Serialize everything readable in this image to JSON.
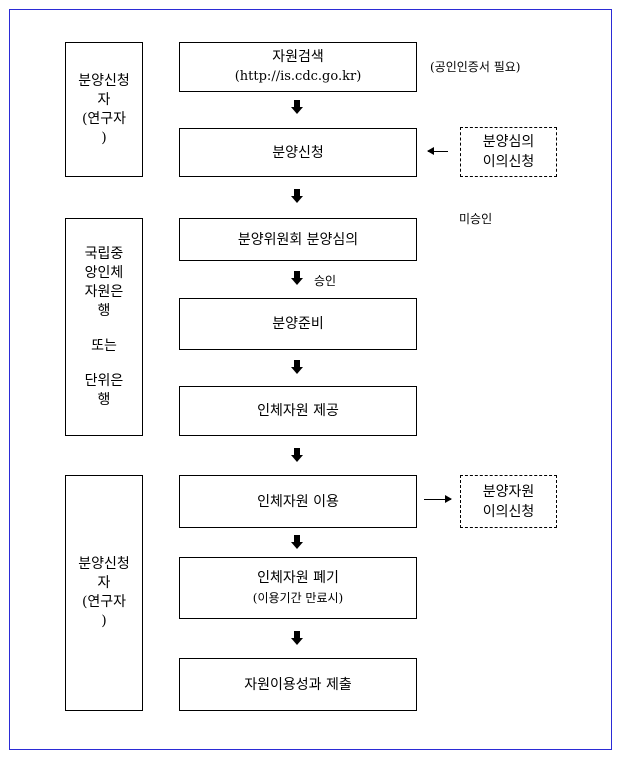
{
  "side_boxes": {
    "applicant_top": [
      "분양신청",
      "자",
      "(연구자",
      ")"
    ],
    "bank": [
      "국립중",
      "앙인체",
      "자원은",
      "행",
      "또는",
      "단위은",
      "행"
    ],
    "applicant_bottom": [
      "분양신청",
      "자",
      "(연구자",
      ")"
    ]
  },
  "steps": [
    {
      "line1": "자원검색",
      "line2": "(http://is.cdc.go.kr)"
    },
    {
      "line1": "분양신청"
    },
    {
      "line1": "분양위원회 분양심의"
    },
    {
      "line1": "분양준비"
    },
    {
      "line1": "인체자원 제공"
    },
    {
      "line1": "인체자원 이용"
    },
    {
      "line1": "인체자원 폐기",
      "line2": "(이용기간 만료시)"
    },
    {
      "line1": "자원이용성과 제출"
    }
  ],
  "notes": {
    "certificate": "(공인인증서 필요)",
    "rejected": "미승인",
    "approved": "승인"
  },
  "appeals": {
    "review": [
      "분양심의",
      "이의신청"
    ],
    "resource": [
      "분양자원",
      "이의신청"
    ]
  }
}
